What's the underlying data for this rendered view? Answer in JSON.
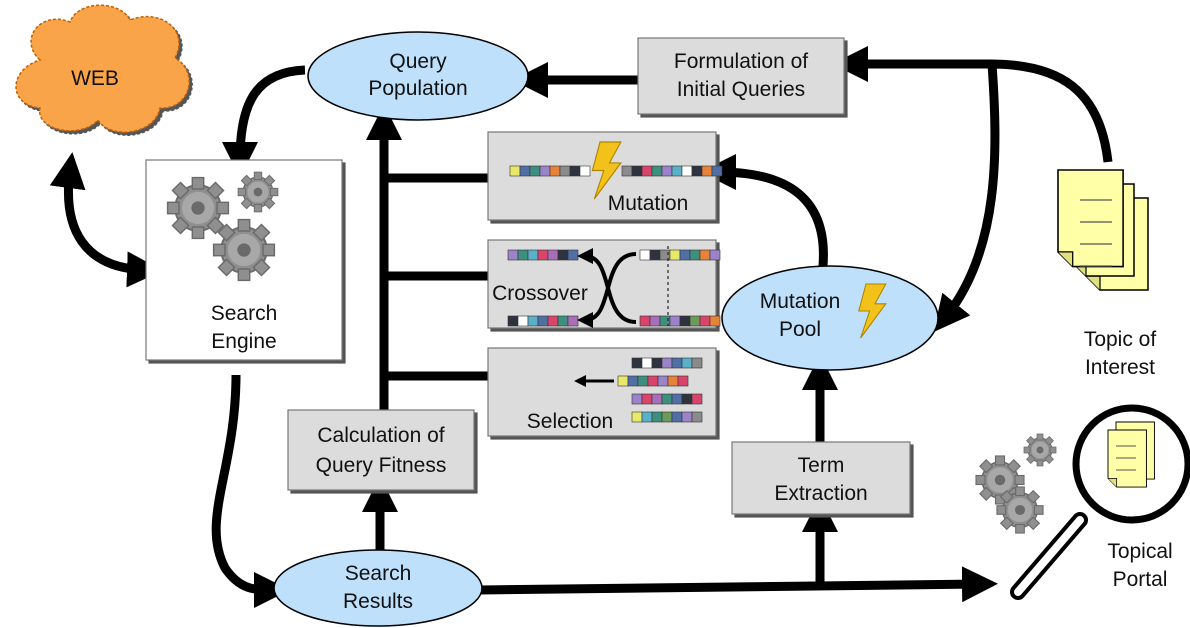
{
  "web": {
    "label": "WEB"
  },
  "query_population": {
    "line1": "Query",
    "line2": "Population"
  },
  "formulation": {
    "line1": "Formulation of",
    "line2": "Initial Queries"
  },
  "search_engine": {
    "line1": "Search",
    "line2": "Engine"
  },
  "mutation_box": {
    "label": "Mutation"
  },
  "crossover_box": {
    "label": "Crossover"
  },
  "selection_box": {
    "label": "Selection"
  },
  "mutation_pool": {
    "line1": "Mutation",
    "line2": "Pool"
  },
  "topic_of_interest": {
    "line1": "Topic of",
    "line2": "Interest"
  },
  "fitness": {
    "line1": "Calculation of",
    "line2": "Query Fitness"
  },
  "term_extraction": {
    "line1": "Term",
    "line2": "Extraction"
  },
  "search_results": {
    "line1": "Search",
    "line2": "Results"
  },
  "topical_portal": {
    "line1": "Topical",
    "line2": "Portal"
  },
  "colors": {
    "cloud": "#f9a44a",
    "ellipse": "#bfe0fb",
    "box": "#dcdcdc",
    "document": "#ffffa8",
    "bolt": "#f2c21a",
    "gear": "#8f8f8f"
  },
  "gene_palette": [
    "#e8e86a",
    "#4f6fa5",
    "#3f8f7f",
    "#9b83c9",
    "#e5833b",
    "#8b8b8b",
    "#2f3340",
    "#ffffff",
    "#d9456a",
    "#5ab0c8",
    "#a86fb8",
    "#6b9a5b"
  ]
}
